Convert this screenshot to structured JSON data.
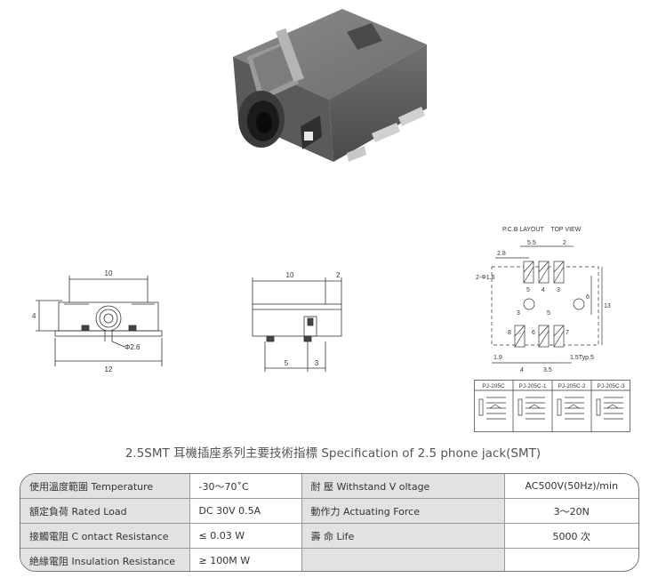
{
  "drawings": {
    "front": {
      "dim_top": "10",
      "dim_left": "4",
      "dim_dia": "Φ2.6",
      "dim_bottom": "12"
    },
    "side": {
      "dim_top": "10",
      "dim_top_right": "2",
      "dim_bottom_a": "5",
      "dim_bottom_b": "3"
    },
    "pcb": {
      "header": "P.C.B LAYOUT    TOP VIEW",
      "d_5_5": "5.5",
      "d_2": "2",
      "d_2_8": "2.8",
      "d_hole": "2-Φ1.6",
      "d_6": "6",
      "d_13": "13",
      "d_1_9": "1.9",
      "d_4": "4",
      "d_3_5": "3.5",
      "d_typ": "1.5Typ.5",
      "pin_labels": [
        "5",
        "4",
        "3",
        "3",
        "5",
        "8",
        "6",
        "7"
      ]
    },
    "schematics": [
      "PJ-205C",
      "PJ-205C-1",
      "PJ-205C-2",
      "PJ-205C-3"
    ]
  },
  "title": "2.5SMT  耳機插座系列主要技術指標 Specification of 2.5 phone jack(SMT)",
  "spec_table": [
    {
      "l1": "使用溫度範圍 Temperature",
      "v1": "-30～70˚C",
      "l2": "耐  壓  Withstand V oltage",
      "v2": "AC500V(50Hz)/min"
    },
    {
      "l1": "額定負荷  Rated Load",
      "v1": "DC  30V  0.5A",
      "l2": "動作力  Actuating Force",
      "v2": "3～20N"
    },
    {
      "l1": "接觸電阻  C ontact Resistance",
      "v1": "≤ 0.03 W",
      "l2": "壽    命  Life",
      "v2": "5000 次"
    },
    {
      "l1": "絶緣電阻  Insulation Resistance",
      "v1": "≥ 100M W",
      "l2": "",
      "v2": ""
    }
  ]
}
